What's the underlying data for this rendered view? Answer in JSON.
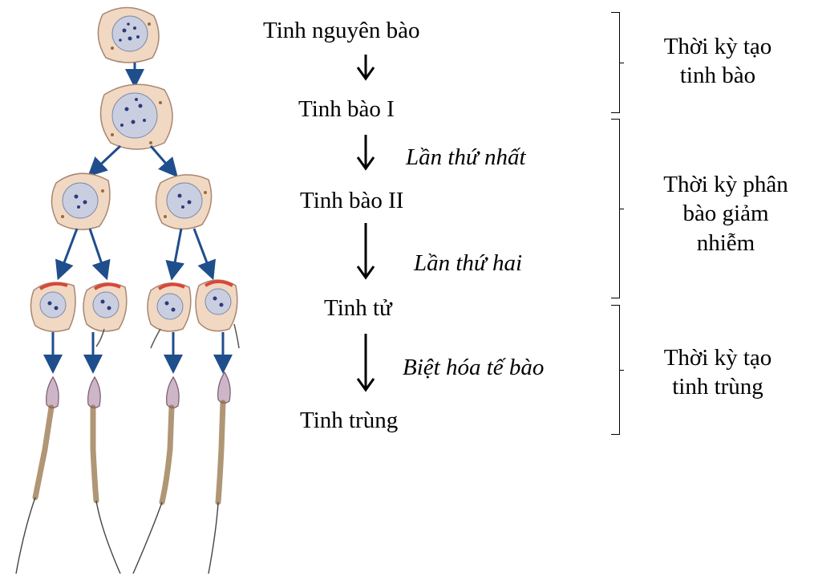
{
  "stages": {
    "s1": "Tinh nguyên bào",
    "s2": "Tinh bào I",
    "s3": "Tinh bào II",
    "s4": "Tinh tử",
    "s5": "Tinh trùng"
  },
  "transitions": {
    "t1": "Lần thứ nhất",
    "t2": "Lần thứ hai",
    "t3": "Biệt hóa tế bào"
  },
  "periods": {
    "p1_line1": "Thời kỳ tạo",
    "p1_line2": "tinh bào",
    "p2_line1": "Thời kỳ phân",
    "p2_line2": "bào giảm",
    "p2_line3": "nhiễm",
    "p3_line1": "Thời kỳ tạo",
    "p3_line2": "tinh trùng"
  },
  "colors": {
    "cell_membrane": "#f1d8c2",
    "nucleus": "#c9cfe0",
    "chromatin": "#2e3a78",
    "arrow": "#1f4e8c",
    "acrosome": "#d9473a",
    "tail": "#8f6a3a"
  }
}
